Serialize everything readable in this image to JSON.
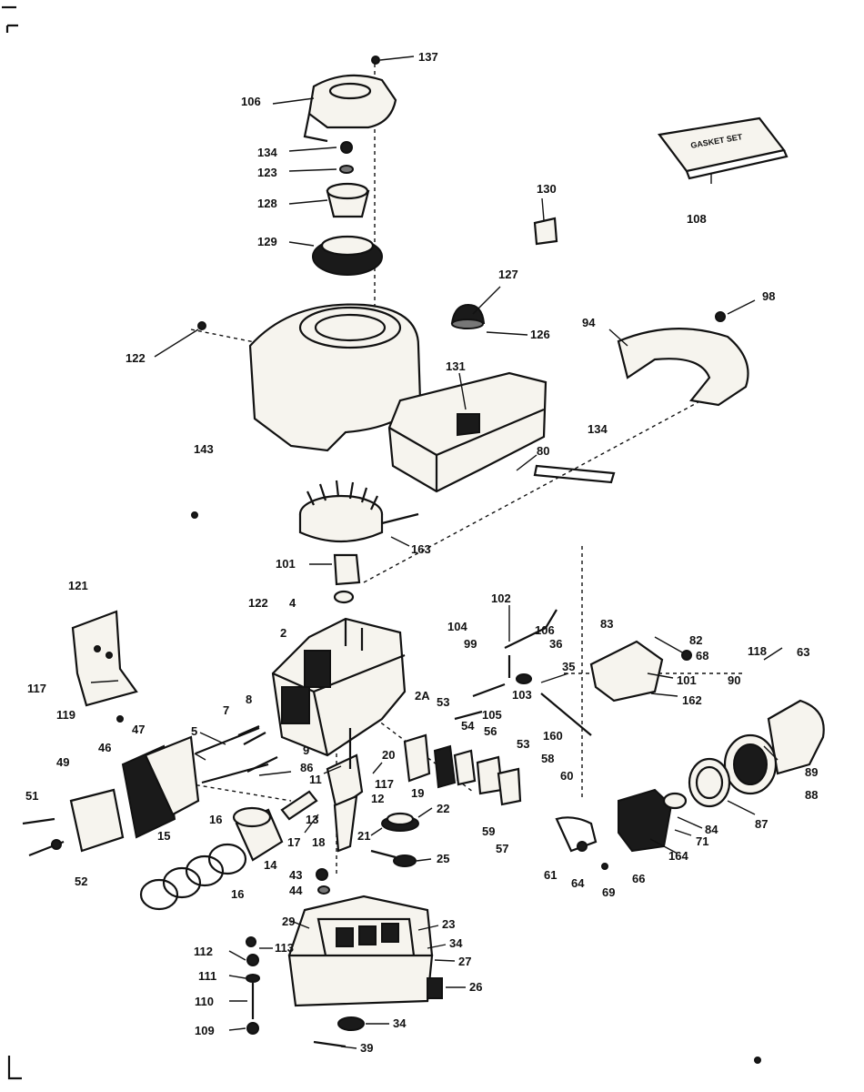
{
  "diagram": {
    "gasket_set_label": "GASKET SET",
    "part_numbers": [
      "137",
      "106",
      "134",
      "123",
      "128",
      "129",
      "130",
      "108",
      "127",
      "126",
      "94",
      "98",
      "122",
      "131",
      "134",
      "80",
      "143",
      "163",
      "101",
      "121",
      "122",
      "4",
      "2",
      "102",
      "104",
      "106",
      "99",
      "36",
      "35",
      "103",
      "83",
      "82",
      "68",
      "118",
      "63",
      "117",
      "119",
      "47",
      "46",
      "7",
      "8",
      "5",
      "9",
      "86",
      "20",
      "2A",
      "53",
      "54",
      "56",
      "53",
      "58",
      "60",
      "105",
      "160",
      "101",
      "162",
      "90",
      "89",
      "88",
      "87",
      "84",
      "71",
      "164",
      "66",
      "69",
      "64",
      "61",
      "59",
      "57",
      "49",
      "51",
      "52",
      "15",
      "16",
      "18",
      "17",
      "13",
      "12",
      "11",
      "117",
      "19",
      "22",
      "21",
      "25",
      "14",
      "16",
      "43",
      "44",
      "23",
      "29",
      "34",
      "27",
      "26",
      "112",
      "113",
      "111",
      "110",
      "109",
      "34",
      "39"
    ]
  }
}
